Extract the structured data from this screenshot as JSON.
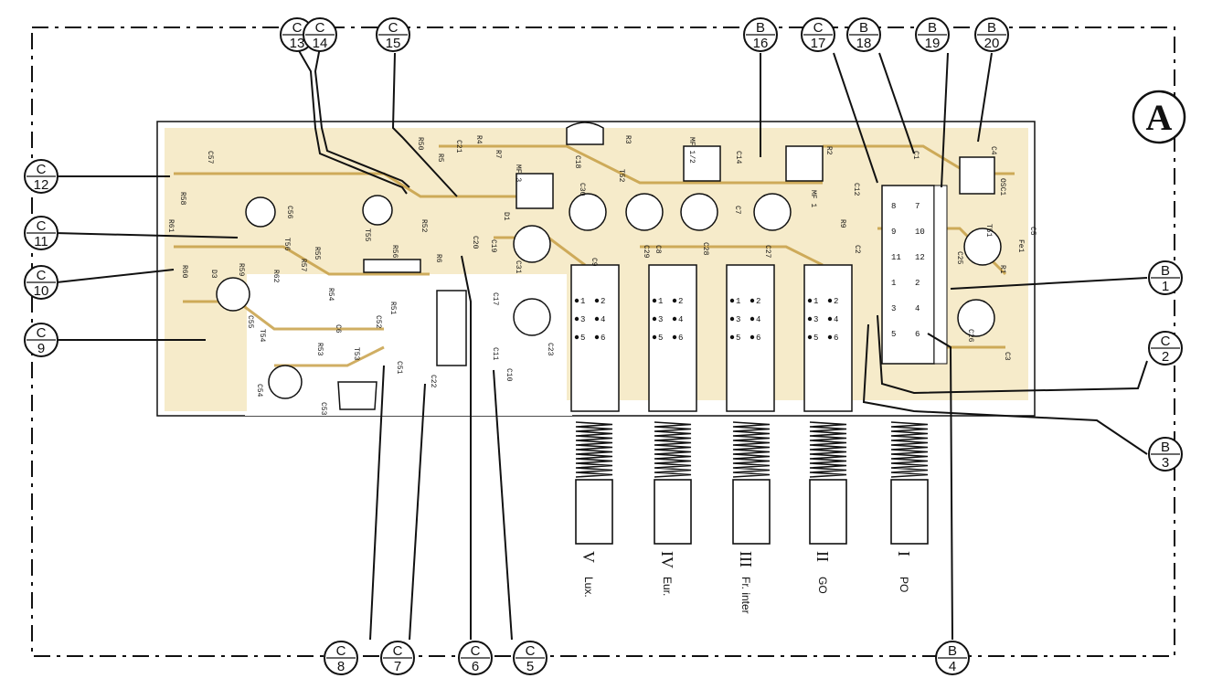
{
  "board_label": "A",
  "connectors": [
    {
      "id": "C13",
      "letter": "C",
      "num": "13"
    },
    {
      "id": "C14",
      "letter": "C",
      "num": "14"
    },
    {
      "id": "C15",
      "letter": "C",
      "num": "15"
    },
    {
      "id": "B16",
      "letter": "B",
      "num": "16"
    },
    {
      "id": "C17",
      "letter": "C",
      "num": "17"
    },
    {
      "id": "B18",
      "letter": "B",
      "num": "18"
    },
    {
      "id": "B19",
      "letter": "B",
      "num": "19"
    },
    {
      "id": "B20",
      "letter": "B",
      "num": "20"
    },
    {
      "id": "C12",
      "letter": "C",
      "num": "12"
    },
    {
      "id": "C11",
      "letter": "C",
      "num": "11"
    },
    {
      "id": "C10",
      "letter": "C",
      "num": "10"
    },
    {
      "id": "C9",
      "letter": "C",
      "num": "9"
    },
    {
      "id": "B1",
      "letter": "B",
      "num": "1"
    },
    {
      "id": "C2",
      "letter": "C",
      "num": "2"
    },
    {
      "id": "B3",
      "letter": "B",
      "num": "3"
    },
    {
      "id": "C8",
      "letter": "C",
      "num": "8"
    },
    {
      "id": "C7",
      "letter": "C",
      "num": "7"
    },
    {
      "id": "C6",
      "letter": "C",
      "num": "6"
    },
    {
      "id": "C5",
      "letter": "C",
      "num": "5"
    },
    {
      "id": "B4",
      "letter": "B",
      "num": "4"
    }
  ],
  "bands": [
    {
      "numeral": "V",
      "name": "Lux."
    },
    {
      "numeral": "IV",
      "name": "Eur."
    },
    {
      "numeral": "III",
      "name": "Fr. inter"
    },
    {
      "numeral": "II",
      "name": "GO"
    },
    {
      "numeral": "I",
      "name": "PO"
    }
  ],
  "switch_pins": [
    "1",
    "2",
    "3",
    "4",
    "5",
    "6"
  ],
  "oscillator_pins": [
    "8",
    "7",
    "9",
    "10",
    "11",
    "12",
    "1",
    "2",
    "3",
    "4",
    "5",
    "6"
  ],
  "components": [
    "C57",
    "R58",
    "R61",
    "R60",
    "D3",
    "R59",
    "R62",
    "C56",
    "C55",
    "T56",
    "T54",
    "C54",
    "C53",
    "T55",
    "R57",
    "R55",
    "R56",
    "R54",
    "R53",
    "C6",
    "T53",
    "C51",
    "R51",
    "C22",
    "C52",
    "R50",
    "R5",
    "C21",
    "R4",
    "R7",
    "R52",
    "C20",
    "D1",
    "R6",
    "C18",
    "MF 3",
    "C19",
    "C30",
    "C31",
    "C9",
    "C17",
    "C11",
    "C10",
    "C23",
    "R3",
    "T52",
    "MF 1/2",
    "C14",
    "C29",
    "C8",
    "C28",
    "C7",
    "C27",
    "MF 1",
    "R2",
    "C1",
    "C12",
    "R9",
    "C2",
    "C4",
    "OSC1",
    "T51",
    "C5",
    "Fe1",
    "C25",
    "R1",
    "C26",
    "C3"
  ],
  "colors": {
    "board": "#f3e4b8",
    "trace": "#c49a3c",
    "ink": "#111111"
  }
}
